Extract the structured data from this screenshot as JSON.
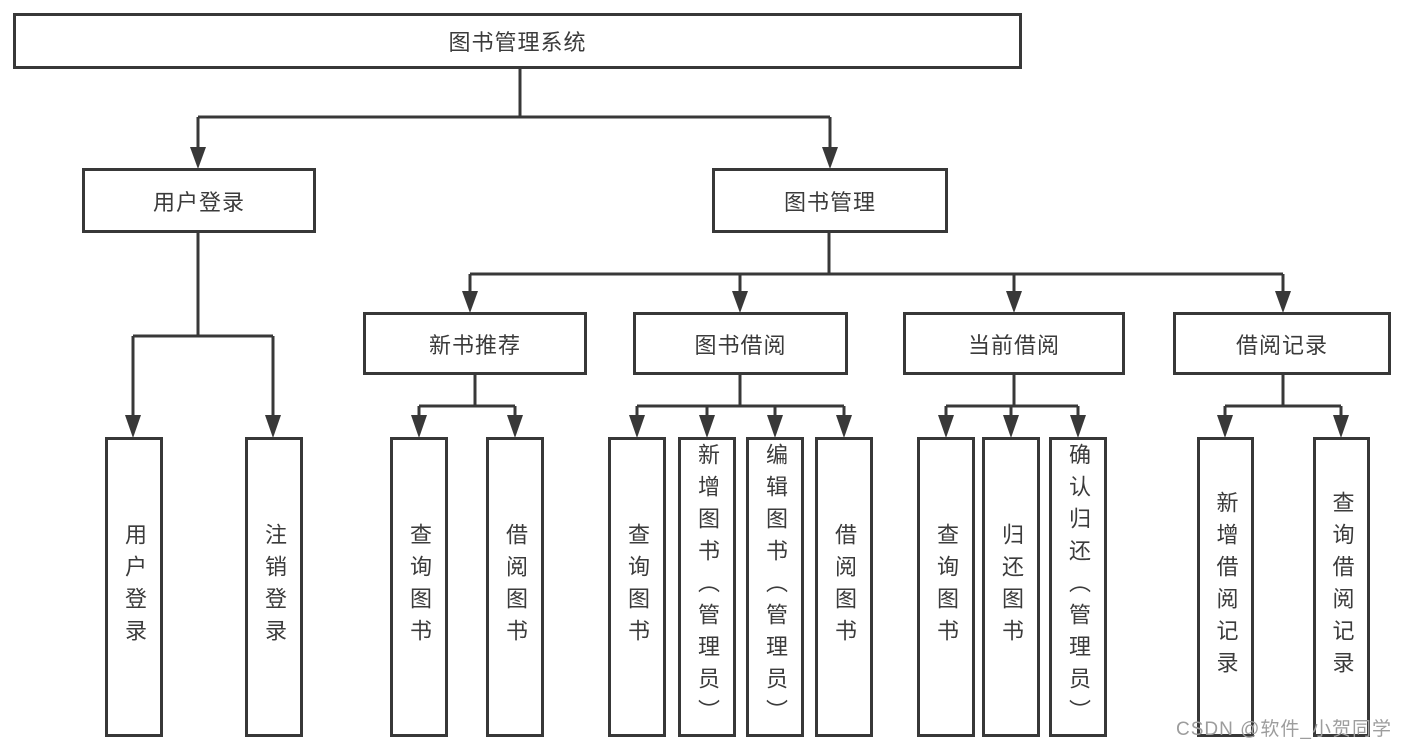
{
  "diagram": {
    "title": "图书管理系统",
    "hierarchy": {
      "root": "图书管理系统",
      "children": [
        {
          "label": "用户登录",
          "children": [
            "用户登录",
            "注销登录"
          ]
        },
        {
          "label": "图书管理",
          "children": [
            {
              "label": "新书推荐",
              "children": [
                "查询图书",
                "借阅图书"
              ]
            },
            {
              "label": "图书借阅",
              "children": [
                "查询图书",
                "新增图书（管理员）",
                "编辑图书（管理员）",
                "借阅图书"
              ]
            },
            {
              "label": "当前借阅",
              "children": [
                "查询图书",
                "归还图书",
                "确认归还（管理员）"
              ]
            },
            {
              "label": "借阅记录",
              "children": [
                "新增借阅记录",
                "查询借阅记录"
              ]
            }
          ]
        }
      ]
    }
  },
  "nodes": {
    "root": {
      "label": "图书管理系统"
    },
    "user_login_group": {
      "label": "用户登录"
    },
    "book_mgmt": {
      "label": "图书管理"
    },
    "new_book_rec": {
      "label": "新书推荐"
    },
    "book_borrow": {
      "label": "图书借阅"
    },
    "current_borrow": {
      "label": "当前借阅"
    },
    "borrow_records": {
      "label": "借阅记录"
    },
    "user_login_leaf": {
      "label": "用户登录"
    },
    "logout_leaf": {
      "label": "注销登录"
    },
    "rec_query_books": {
      "label": "查询图书"
    },
    "rec_borrow_books": {
      "label": "借阅图书"
    },
    "bb_query_books": {
      "label": "查询图书"
    },
    "bb_add_books": {
      "label": "新增图书（管理员）"
    },
    "bb_edit_books": {
      "label": "编辑图书（管理员）"
    },
    "bb_borrow_books": {
      "label": "借阅图书"
    },
    "cb_query_books": {
      "label": "查询图书"
    },
    "cb_return_books": {
      "label": "归还图书"
    },
    "cb_confirm_return": {
      "label": "确认归还（管理员）"
    },
    "br_add_record": {
      "label": "新增借阅记录"
    },
    "br_query_record": {
      "label": "查询借阅记录"
    }
  },
  "watermark": {
    "text": "CSDN @软件_小贺同学"
  },
  "colors": {
    "line": "#383838",
    "text": "#3b3b3b",
    "watermark": "#9d9d9d",
    "background": "#ffffff"
  }
}
